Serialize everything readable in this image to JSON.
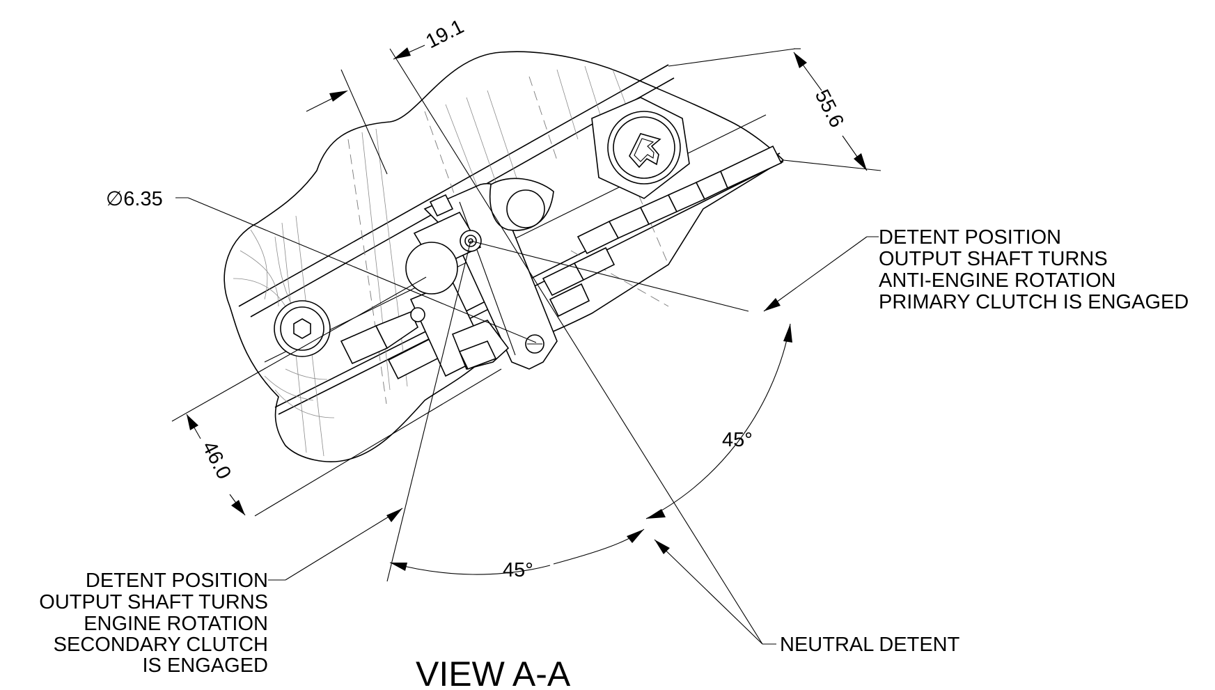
{
  "dimensions": {
    "d19": "19.1",
    "d556": "55.6",
    "d635": "∅6.35",
    "d460": "46.0",
    "angle_upper": "45°",
    "angle_lower": "45°"
  },
  "notes": {
    "primary": [
      "DETENT POSITION",
      "OUTPUT SHAFT TURNS",
      "ANTI-ENGINE ROTATION",
      "PRIMARY CLUTCH IS ENGAGED"
    ],
    "secondary": [
      "DETENT POSITION",
      "OUTPUT SHAFT TURNS",
      "ENGINE ROTATION",
      "SECONDARY CLUTCH",
      "IS ENGAGED"
    ],
    "neutral": "NEUTRAL DETENT"
  },
  "view_title": "VIEW A-A"
}
